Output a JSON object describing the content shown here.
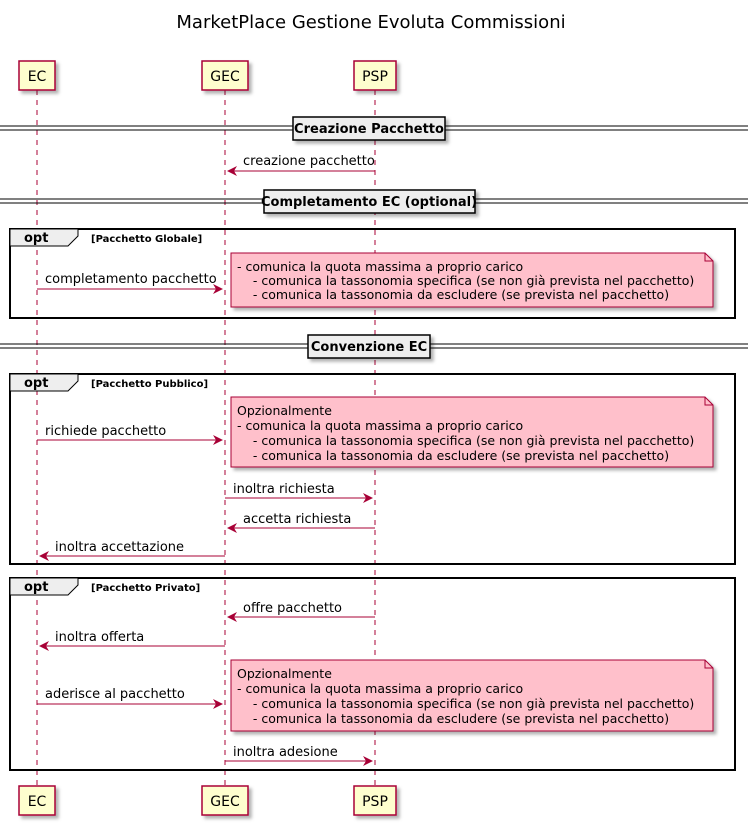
{
  "title": "MarketPlace Gestione Evoluta Commissioni",
  "colors": {
    "participant_fill": "#FEFECE",
    "participant_stroke": "#A80036",
    "arrow": "#A80036",
    "note_fill": "#FFC0CB",
    "divider_fill": "#EEEEEE"
  },
  "participants": [
    {
      "id": "ec",
      "label": "EC"
    },
    {
      "id": "gec",
      "label": "GEC"
    },
    {
      "id": "psp",
      "label": "PSP"
    }
  ],
  "dividers": [
    {
      "id": "creazione",
      "label": "Creazione Pacchetto"
    },
    {
      "id": "completamento",
      "label": "Completamento EC (optional)"
    },
    {
      "id": "convenzione",
      "label": "Convenzione EC"
    }
  ],
  "fragments": [
    {
      "id": "globale",
      "kind": "opt",
      "condition": "[Pacchetto Globale]"
    },
    {
      "id": "pubblico",
      "kind": "opt",
      "condition": "[Pacchetto Pubblico]"
    },
    {
      "id": "privato",
      "kind": "opt",
      "condition": "[Pacchetto Privato]"
    }
  ],
  "messages": [
    {
      "id": "m1",
      "from": "psp",
      "to": "gec",
      "label": "creazione pacchetto"
    },
    {
      "id": "m2",
      "from": "ec",
      "to": "gec",
      "label": "completamento pacchetto"
    },
    {
      "id": "m3",
      "from": "ec",
      "to": "gec",
      "label": "richiede pacchetto"
    },
    {
      "id": "m4",
      "from": "gec",
      "to": "psp",
      "label": "inoltra richiesta"
    },
    {
      "id": "m5",
      "from": "psp",
      "to": "gec",
      "label": "accetta richiesta"
    },
    {
      "id": "m6",
      "from": "gec",
      "to": "ec",
      "label": "inoltra accettazione"
    },
    {
      "id": "m7",
      "from": "psp",
      "to": "gec",
      "label": "offre pacchetto"
    },
    {
      "id": "m8",
      "from": "gec",
      "to": "ec",
      "label": "inoltra offerta"
    },
    {
      "id": "m9",
      "from": "ec",
      "to": "gec",
      "label": "aderisce al pacchetto"
    },
    {
      "id": "m10",
      "from": "gec",
      "to": "psp",
      "label": "inoltra adesione"
    }
  ],
  "notes": [
    {
      "id": "n1",
      "lines": [
        "- comunica la quota massima a proprio carico",
        "    - comunica la tassonomia specifica (se non già prevista nel pacchetto)",
        "    - comunica la tassonomia da escludere (se prevista nel pacchetto)"
      ]
    },
    {
      "id": "n2",
      "lines": [
        "Opzionalmente",
        "- comunica la quota massima a proprio carico",
        "    - comunica la tassonomia specifica (se non già prevista nel pacchetto)",
        "    - comunica la tassonomia da escludere (se prevista nel pacchetto)"
      ]
    },
    {
      "id": "n3",
      "lines": [
        "Opzionalmente",
        "- comunica la quota massima a proprio carico",
        "    - comunica la tassonomia specifica (se non già prevista nel pacchetto)",
        "    - comunica la tassonomia da escludere (se prevista nel pacchetto)"
      ]
    }
  ]
}
